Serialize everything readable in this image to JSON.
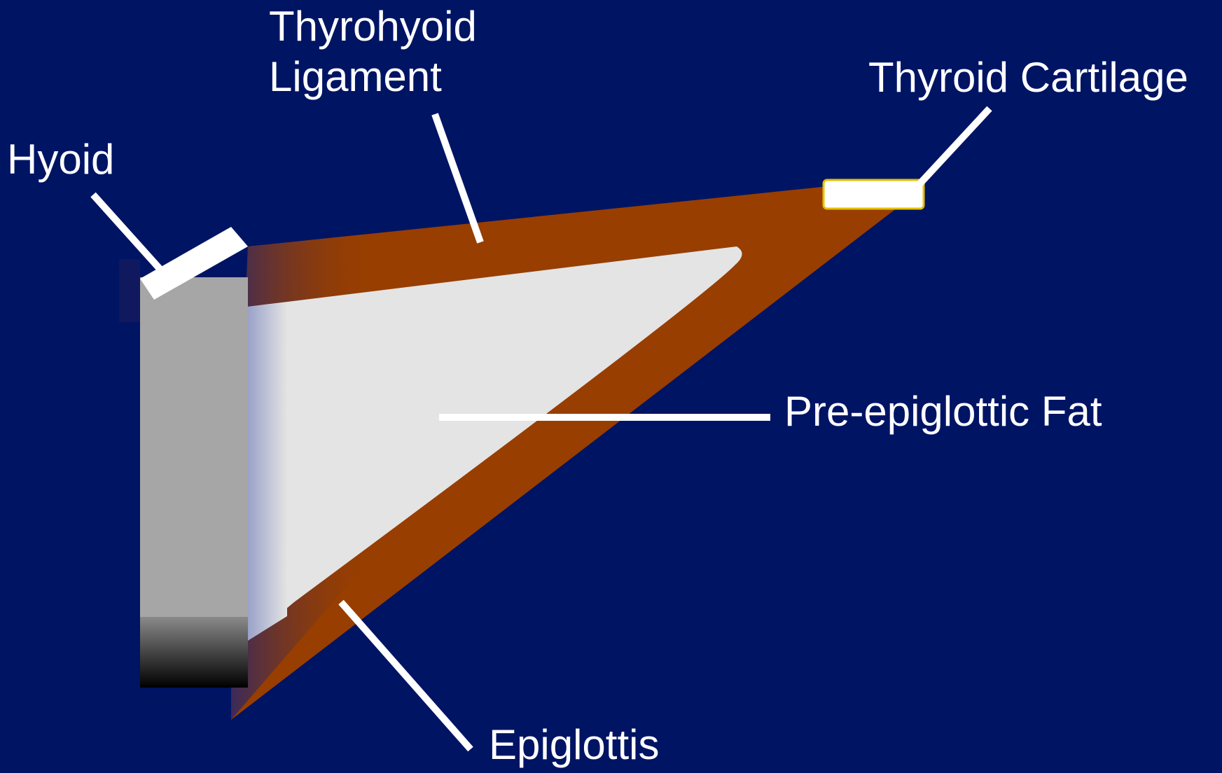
{
  "labels": {
    "thyrohyoid_line1": "Thyrohyoid",
    "thyrohyoid_line2": "Ligament",
    "thyroid_cartilage": "Thyroid Cartilage",
    "hyoid": "Hyoid",
    "pre_epiglottic_fat": "Pre-epiglottic Fat",
    "epiglottis": "Epiglottis"
  },
  "colors": {
    "background": "#001464",
    "ligament": "#983e00",
    "fat": "#e4e4e4",
    "hyoid_bone": "#a6a6a6",
    "cartilage_outline": "#e6c000",
    "leader_lines": "#ffffff"
  }
}
